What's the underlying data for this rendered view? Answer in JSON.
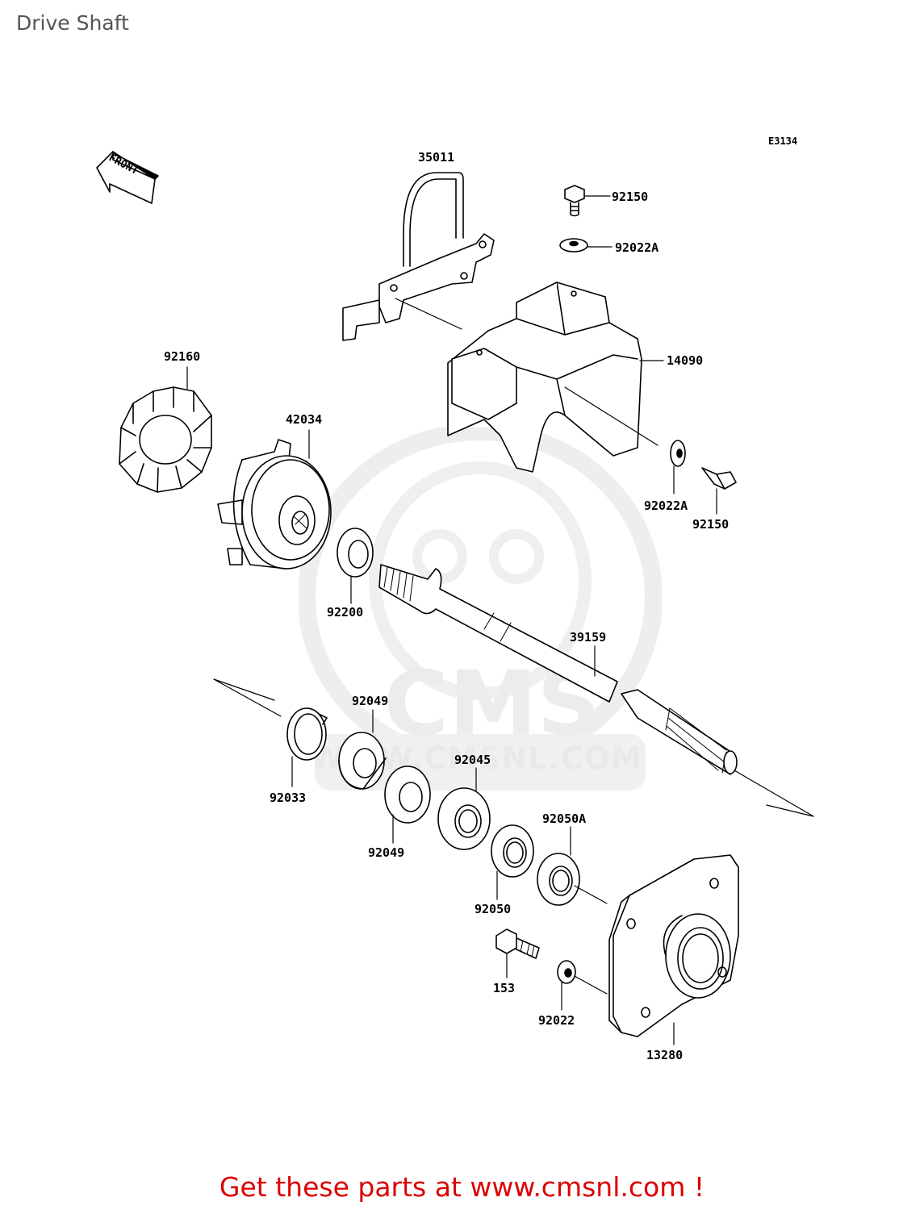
{
  "page_title": "Drive Shaft",
  "diagram_code": "E3134",
  "front_indicator": "FRONT",
  "watermark": {
    "logo_text": "CMS",
    "url_text": "WWW.CMSNL.COM"
  },
  "parts": {
    "p35011": "35011",
    "p92150_top": "92150",
    "p92022A_top": "92022A",
    "p14090": "14090",
    "p92160": "92160",
    "p42034": "42034",
    "p92022A_bot": "92022A",
    "p92150_bot": "92150",
    "p92200": "92200",
    "p39159": "39159",
    "p92049_top": "92049",
    "p92045": "92045",
    "p92033": "92033",
    "p92049_bot": "92049",
    "p92050A": "92050A",
    "p92050": "92050",
    "p153": "153",
    "p92022": "92022",
    "p13280": "13280"
  },
  "footer_text": "Get these parts at www.cmsnl.com !"
}
